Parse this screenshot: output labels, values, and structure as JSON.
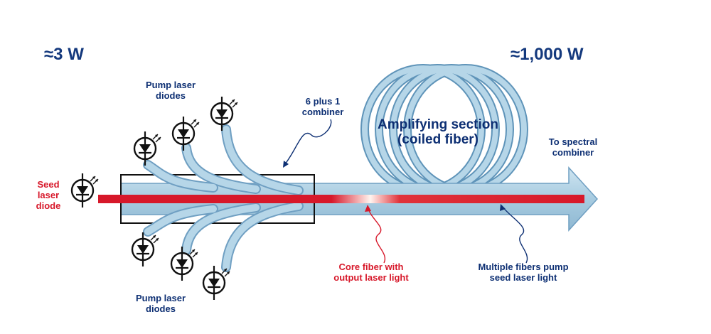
{
  "power": {
    "input": "≈3 W",
    "output": "≈1,000 W"
  },
  "labels": {
    "pump_top": [
      "Pump laser",
      "diodes"
    ],
    "pump_bottom": [
      "Pump laser",
      "diodes"
    ],
    "combiner": [
      "6 plus 1",
      "combiner"
    ],
    "amplifier": [
      "Amplifying section",
      "(coiled fiber)"
    ],
    "spectral": [
      "To spectral",
      "combiner"
    ],
    "seed": [
      "Seed",
      "laser",
      "diode"
    ],
    "core": [
      "Core fiber with",
      "output laser light"
    ],
    "multiple": [
      "Multiple fibers pump",
      "seed laser light"
    ]
  },
  "colors": {
    "fiber": "#a9cde2",
    "fiber_edge": "#5f94b9",
    "core": "#d7182a",
    "text_blue": "#0d2f73",
    "text_red": "#d7182a"
  },
  "icons": {
    "diode": "laser-diode-icon"
  }
}
